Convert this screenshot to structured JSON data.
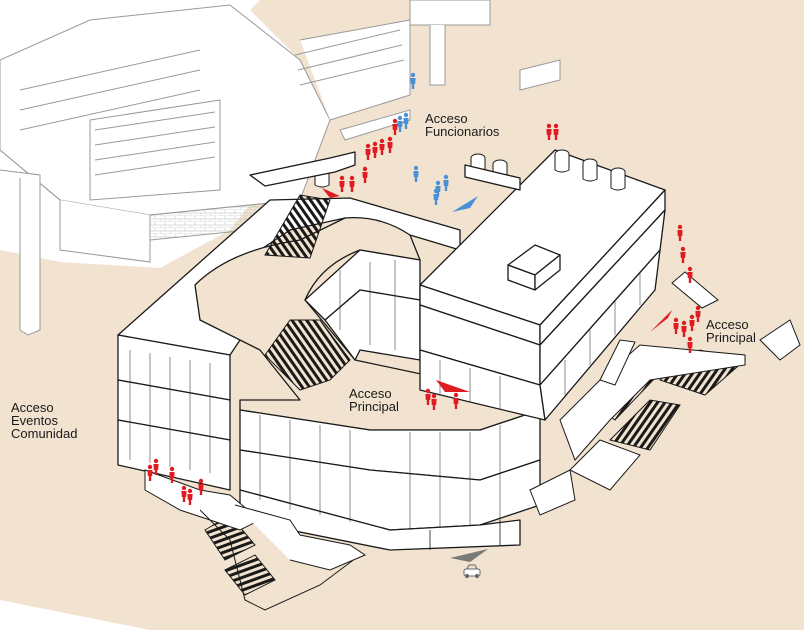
{
  "labels": {
    "acceso_funcionarios": "Acceso\nFuncionarios",
    "acceso_principal_center": "Acceso\nPrincipal",
    "acceso_principal_right": "Acceso\nPrincipal",
    "acceso_eventos": "Acceso\nEventos\nComunidad"
  },
  "colors": {
    "ground": "#f1e3cf",
    "line": "#1a1a1a",
    "neighbor_line": "#9a9a9a",
    "people_main": "#e11b22",
    "people_staff": "#4a90d9",
    "arrow_main": "#e11b22",
    "arrow_staff": "#4a90d9",
    "arrow_vehicle": "#7a7a7a"
  },
  "icons": {
    "staff_arrow": "arrow-triangle",
    "main_arrow": "arrow-triangle",
    "vehicle_arrow": "arrow-triangle",
    "vehicle": "car-icon",
    "pedestrian": "person-icon"
  }
}
